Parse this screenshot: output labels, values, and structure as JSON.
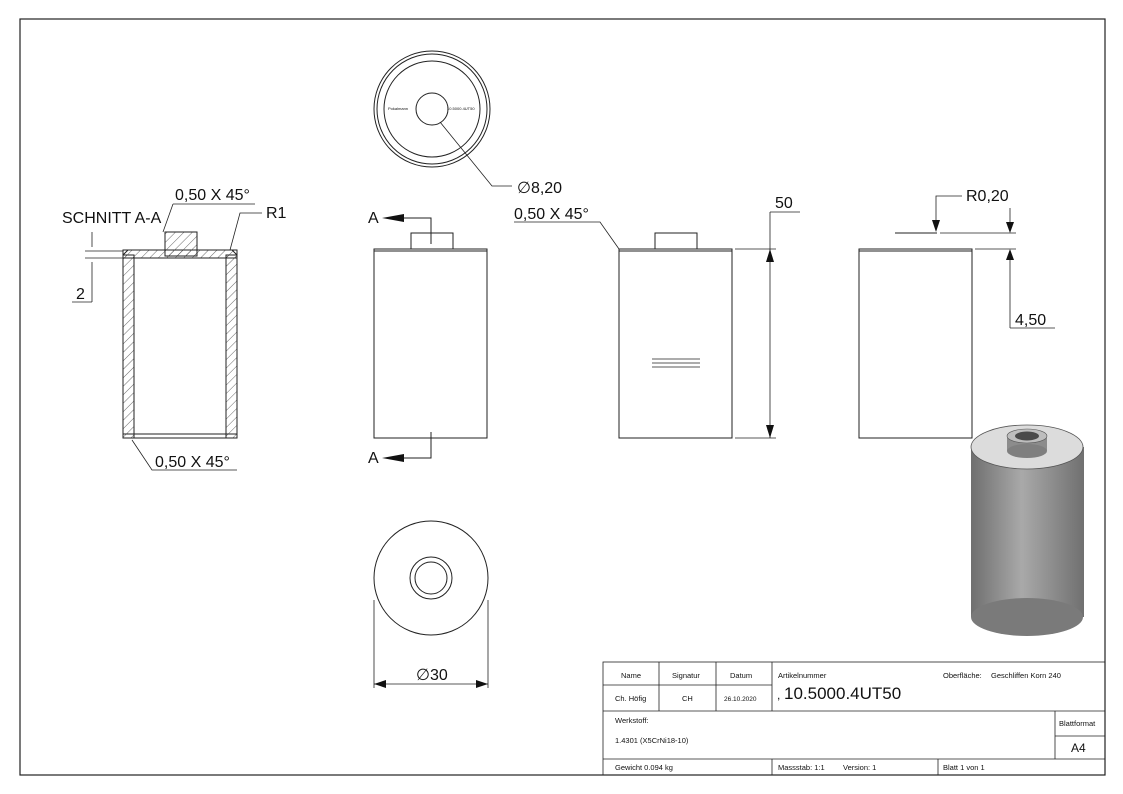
{
  "views": {
    "section_label": "SCHNITT A-A",
    "section_chamfer_top": "0,50 X 45°",
    "section_radius": "R1",
    "section_depth": "2",
    "section_chamfer_bottom": "0,50 X 45°",
    "cut_label_top": "A",
    "cut_label_bottom": "A",
    "top_dia": "∅8,20",
    "front_chamfer": "0,50 X 45°",
    "front_height": "50",
    "right_radius": "R0,20",
    "right_step": "4,50",
    "bottom_dia": "∅30",
    "engrave_left": "Pokalmann",
    "engrave_right": "10.5000.4UT50"
  },
  "title_block": {
    "name_label": "Name",
    "signatur_label": "Signatur",
    "datum_label": "Datum",
    "name": "Ch. Höfig",
    "signatur": "CH",
    "datum": "26.10.2020",
    "artikel_label": "Artikelnummer",
    "artikel_prefix": ",",
    "artikel": "10.5000.4UT50",
    "oberflaeche_label": "Oberfläche:",
    "oberflaeche": "Geschliffen Korn 240",
    "werkstoff_label": "Werkstoff:",
    "werkstoff": "1.4301 (X5CrNi18-10)",
    "blattformat_label": "Blattformat",
    "blattformat": "A4",
    "gewicht": "Gewicht 0.094 kg",
    "massstab": "Massstab: 1:1",
    "version": "Version: 1",
    "blatt": "Blatt 1 von 1"
  }
}
